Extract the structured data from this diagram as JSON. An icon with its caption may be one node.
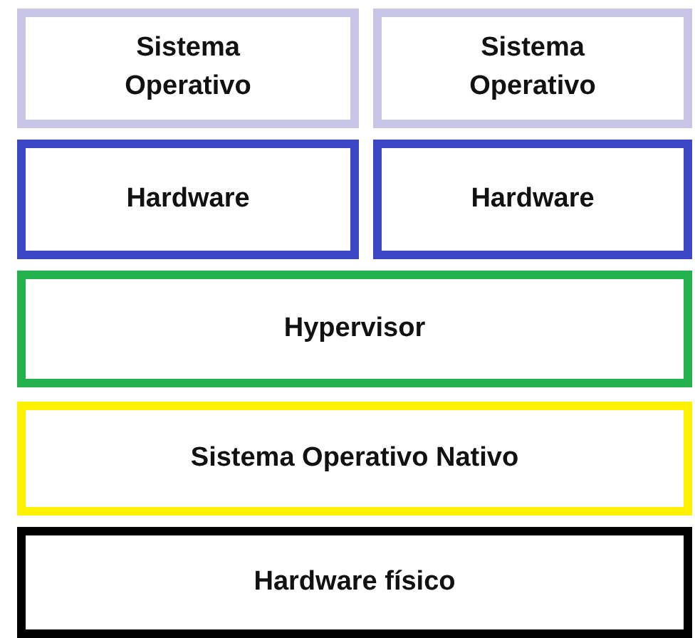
{
  "diagram": {
    "nodes": [
      {
        "text": [
          "Sistema Operativo"
        ]
      },
      {
        "text": [
          "Sistema Operativo"
        ]
      },
      {
        "text": [
          "Hardware"
        ]
      },
      {
        "text": [
          "Hardware"
        ]
      },
      {
        "text": [
          "Hypervisor"
        ]
      },
      {
        "text": [
          "Sistema Operativo Nativo"
        ]
      },
      {
        "text": [
          "Hardware físico"
        ]
      }
    ]
  }
}
